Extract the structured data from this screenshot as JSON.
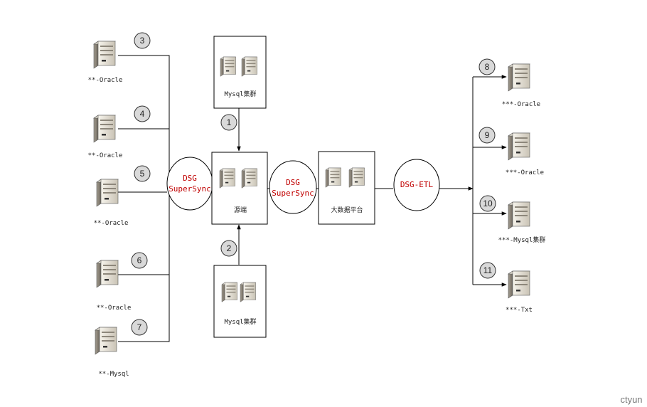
{
  "source_nodes": [
    {
      "label": "**-Oracle",
      "number": "3"
    },
    {
      "label": "**-Oracle",
      "number": "4"
    },
    {
      "label": "**-Oracle",
      "number": "5"
    },
    {
      "label": "**-Oracle",
      "number": "6"
    },
    {
      "label": "**-Mysql",
      "number": "7"
    }
  ],
  "top_cluster": {
    "label": "Mysql集群",
    "number": "1"
  },
  "bottom_cluster": {
    "label": "Mysql集群",
    "number": "2"
  },
  "center_box": {
    "label": "源端"
  },
  "platform_box": {
    "label": "大数据平台"
  },
  "sync_left": {
    "line1": "DSG",
    "line2": "SuperSync"
  },
  "sync_mid": {
    "line1": "DSG",
    "line2": "SuperSync"
  },
  "etl": {
    "label": "DSG-ETL"
  },
  "target_nodes": [
    {
      "label": "***-Oracle",
      "number": "8"
    },
    {
      "label": "***-Oracle",
      "number": "9"
    },
    {
      "label": "***-Mysql集群",
      "number": "10"
    },
    {
      "label": "***-Txt",
      "number": "11"
    }
  ],
  "watermark": "ctyun",
  "colors": {
    "line": "#000000",
    "sync_text": "#c00000",
    "badge_fill": "#d9d9d9"
  },
  "icons": {
    "server": "server-icon"
  }
}
